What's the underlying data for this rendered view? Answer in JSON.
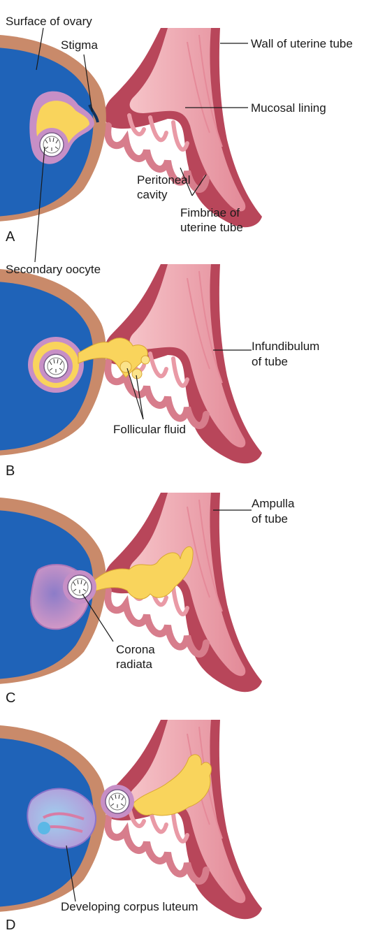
{
  "labels": {
    "surface_of_ovary": "Surface of ovary",
    "stigma": "Stigma",
    "wall_of_uterine_tube": "Wall of uterine tube",
    "mucosal_lining": "Mucosal lining",
    "peritoneal_cavity_1": "Peritoneal",
    "peritoneal_cavity_2": "cavity",
    "fimbriae_1": "Fimbriae of",
    "fimbriae_2": "uterine tube",
    "secondary_oocyte": "Secondary oocyte",
    "infundibulum_1": "Infundibulum",
    "infundibulum_2": "of tube",
    "follicular_fluid": "Follicular fluid",
    "ampulla_1": "Ampulla",
    "ampulla_2": "of tube",
    "corona_1": "Corona",
    "corona_2": "radiata",
    "developing_corpus_luteum": "Developing corpus luteum"
  },
  "panels": [
    "A",
    "B",
    "C",
    "D"
  ],
  "colors": {
    "ovary_surface": "#c98a6a",
    "ovary_stroma": "#1f63b8",
    "tube_wall": "#b8465a",
    "mucosa": "#f0a9b4",
    "follicular_fluid": "#f9d45c",
    "follicle_rim": "#c78fc6",
    "corpus_luteum": "#a9b6e6"
  }
}
